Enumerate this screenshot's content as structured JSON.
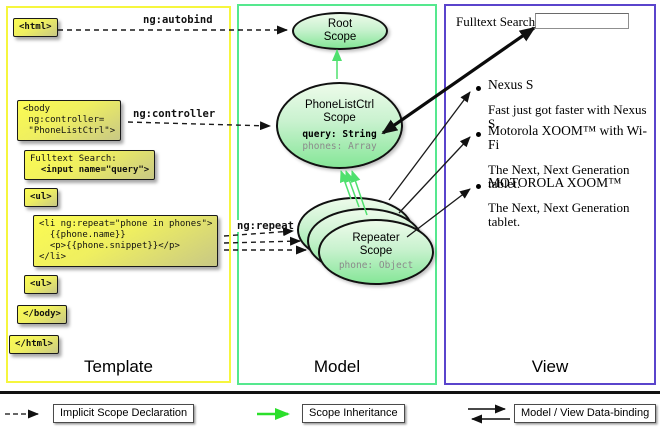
{
  "template_panel": {
    "title": "Template",
    "boxes": {
      "html_open": {
        "line1": "<html>"
      },
      "body_open": {
        "line1": "<body",
        "line2": " ng:controller=",
        "line3": " \"PhoneListCtrl\">"
      },
      "fulltext": {
        "line1": "Fulltext Search:",
        "line2": "  <input name=\"query\">"
      },
      "ul_open": {
        "line1": "<ul>"
      },
      "li_repeat": {
        "line1": "<li ng:repeat=\"phone in phones\">",
        "line2": "  {{phone.name}}",
        "line3": "  <p>{{phone.snippet}}</p>",
        "line4": "</li>"
      },
      "ul_close": {
        "line1": "<ul>"
      },
      "body_close": {
        "line1": "</body>"
      },
      "html_close": {
        "line1": "</html>"
      }
    }
  },
  "arrow_labels": {
    "autobind": "ng:autobind",
    "controller": "ng:controller",
    "repeat": "ng:repeat"
  },
  "model_panel": {
    "title": "Model",
    "root_scope": {
      "name_line1": "Root",
      "name_line2": "Scope"
    },
    "phonelistctrl_scope": {
      "name_line1": "PhoneListCtrl",
      "name_line2": "Scope",
      "prop_query": "query: String",
      "prop_phones": "phones: Array"
    },
    "repeater_scope": {
      "name_line1": "Repeater",
      "name_line2": "Scope",
      "prop_phone": "phone: Object"
    }
  },
  "view_panel": {
    "title": "View",
    "search_label": "Fulltext Search:",
    "search_value": "",
    "items": [
      {
        "name": "Nexus S",
        "desc": "Fast just got faster with Nexus S."
      },
      {
        "name": "Motorola XOOM™ with Wi-Fi",
        "desc": "The Next, Next Generation tablet."
      },
      {
        "name": "MOTOROLA XOOM™",
        "desc": "The Next, Next Generation tablet."
      }
    ]
  },
  "legend": {
    "implicit": "Implicit Scope Declaration",
    "inheritance": "Scope Inheritance",
    "binding": "Model / View Data-binding"
  },
  "colors": {
    "template_border": "#f6f63e",
    "model_border": "#55e88e",
    "view_border": "#5a44cc",
    "codebox_top": "#fbfb52",
    "codebox_mid": "#efef60",
    "codebox_bottom": "#c8c885",
    "scope_top": "#edfbea",
    "scope_bottom": "#86e698",
    "scope_arrow_green": "#4fe06e",
    "legend_arrow_green": "#2bdf2b"
  }
}
